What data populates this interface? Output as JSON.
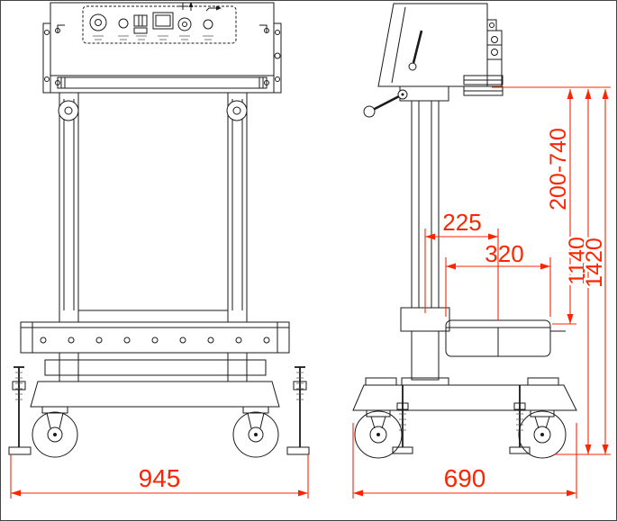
{
  "colors": {
    "line": "#1a1a1a",
    "dimension": "#ff2400",
    "background": "#ffffff"
  },
  "dimensions": {
    "overall_width_front": "945",
    "overall_depth_side": "690",
    "column_to_tray_center": "225",
    "tray_width": "320",
    "work_height_range": "200-740",
    "seal_center_height": "1140",
    "overall_height": "1420"
  }
}
